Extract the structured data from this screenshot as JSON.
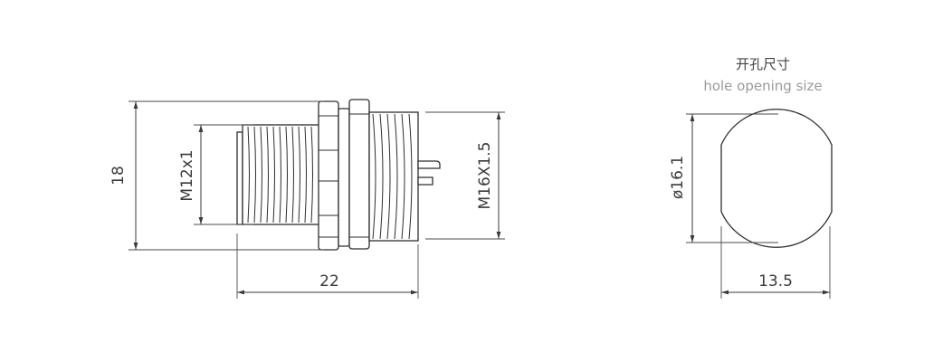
{
  "side_view": {
    "dim_height": "18",
    "dim_inner_thread": "M12x1",
    "dim_outer_thread": "M16X1.5",
    "dim_length": "22"
  },
  "hole_view": {
    "title_cn": "开孔尺寸",
    "title_en": "hole opening size",
    "dim_diameter": "ø16.1",
    "dim_flat_width": "13.5"
  },
  "colors": {
    "line": "#3a3a3a",
    "caption_en": "#9a9a9a"
  }
}
